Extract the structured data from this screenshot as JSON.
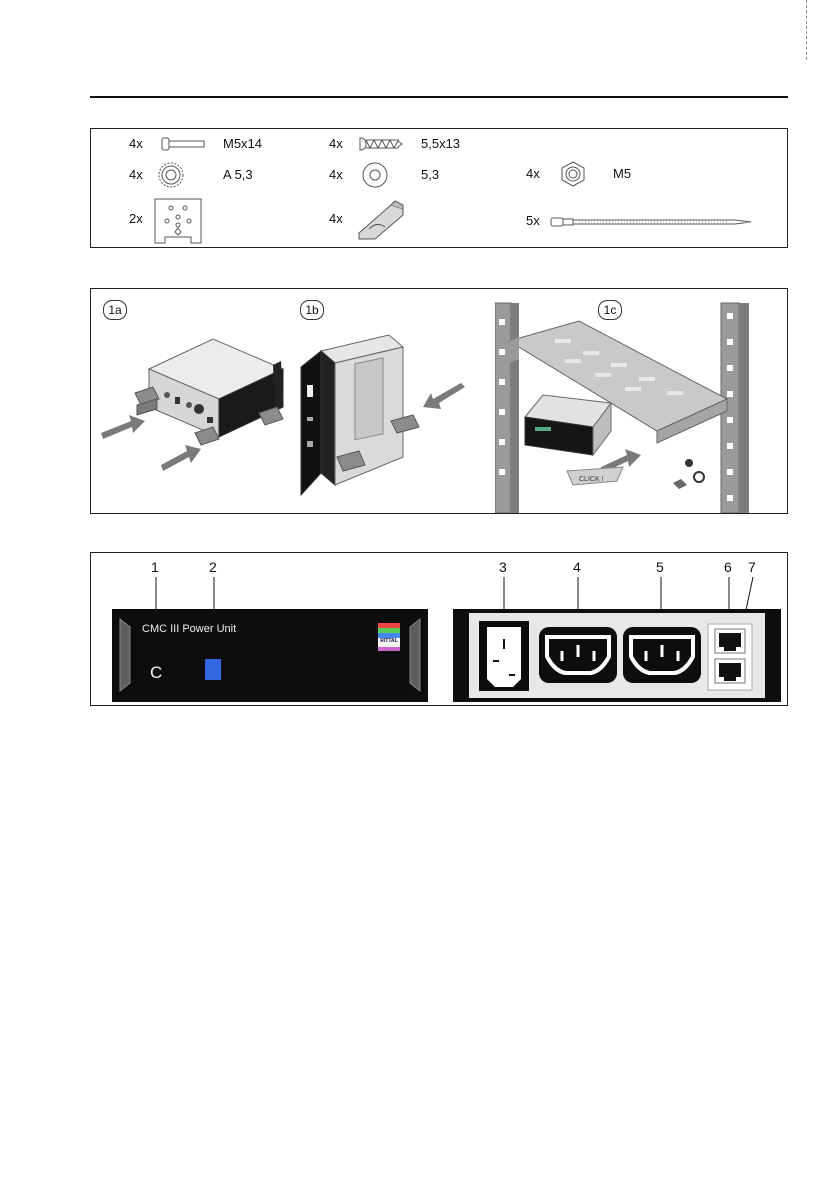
{
  "parts": {
    "items": [
      {
        "qty": "4x",
        "size": "M5x14",
        "icon": "bolt-icon"
      },
      {
        "qty": "4x",
        "size": "5,5x13",
        "icon": "screw-icon"
      },
      {
        "qty": "4x",
        "size": "A 5,3",
        "icon": "serrated-washer-icon"
      },
      {
        "qty": "4x",
        "size": "5,3",
        "icon": "washer-icon"
      },
      {
        "qty": "4x",
        "size": "M5",
        "icon": "hex-nut-icon"
      },
      {
        "qty": "2x",
        "size": "",
        "icon": "mounting-plate-icon"
      },
      {
        "qty": "4x",
        "size": "",
        "icon": "mounting-clip-icon"
      },
      {
        "qty": "5x",
        "size": "",
        "icon": "cable-tie-icon"
      }
    ]
  },
  "installation": {
    "steps": [
      {
        "label": "1a"
      },
      {
        "label": "1b"
      },
      {
        "label": "1c"
      }
    ],
    "click_label": "CLICK !"
  },
  "device": {
    "front_title": "CMC III Power Unit",
    "front_indicator": "C",
    "brand": "RITTAL",
    "callouts": [
      "1",
      "2",
      "3",
      "4",
      "5",
      "6",
      "7"
    ]
  },
  "colors": {
    "panel": "#0d0d0d",
    "rear": "#e8e8e8",
    "led": "#3366e0",
    "bracket": "#8c8c8c"
  }
}
